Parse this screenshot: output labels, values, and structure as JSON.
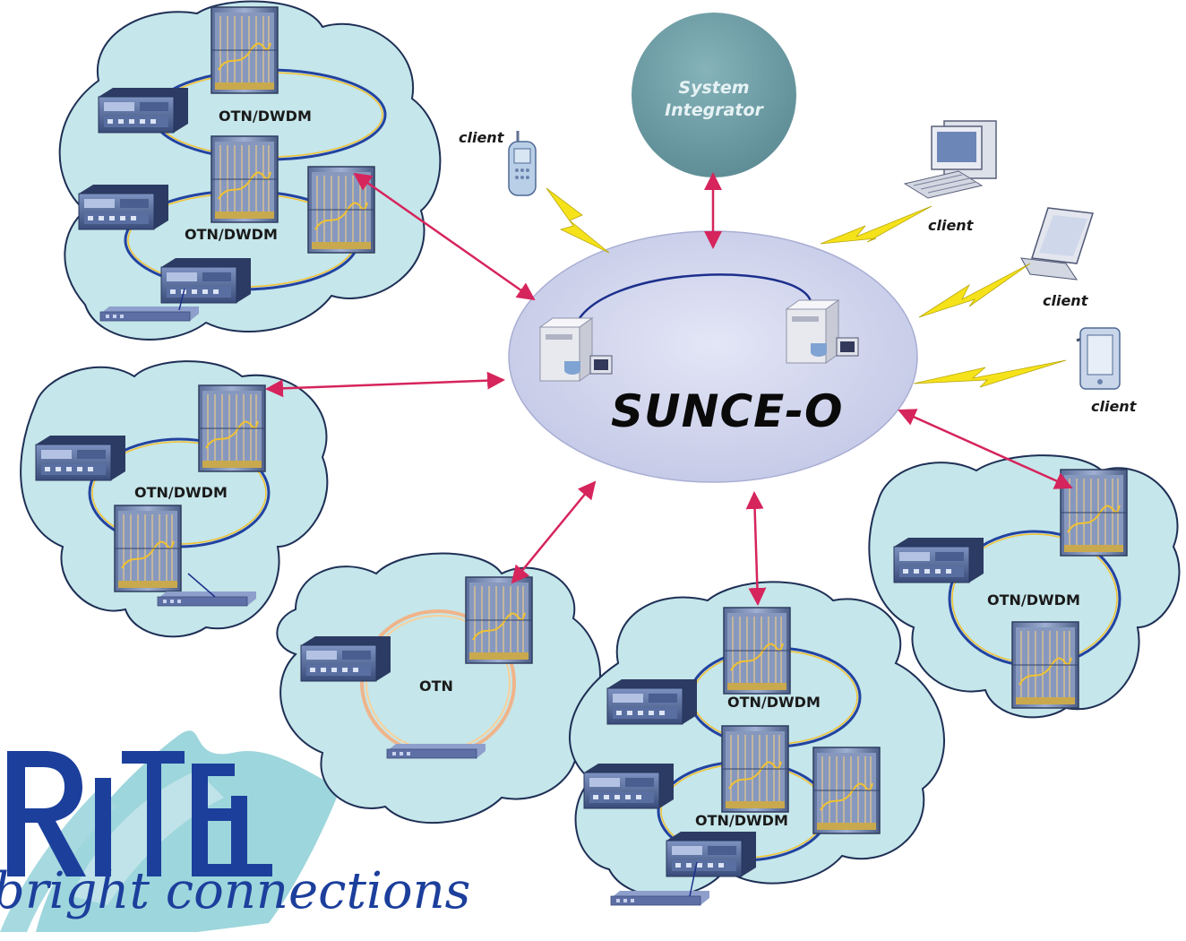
{
  "center": {
    "name": "SUNCE-O"
  },
  "integrator": {
    "line1": "System",
    "line2": "Integrator"
  },
  "networks": [
    {
      "label": "OTN/DWDM"
    },
    {
      "label": "OTN/DWDM"
    },
    {
      "label": "OTN/DWDM"
    },
    {
      "label": "OTN"
    },
    {
      "label": "OTN/DWDM"
    },
    {
      "label": "OTN/DWDM"
    },
    {
      "label": "OTN/DWDM"
    }
  ],
  "clients": [
    {
      "label": "client",
      "icon": "mobile-phone-icon"
    },
    {
      "label": "client",
      "icon": "desktop-computer-icon"
    },
    {
      "label": "client",
      "icon": "laptop-icon"
    },
    {
      "label": "client",
      "icon": "pda-icon"
    }
  ],
  "logo": {
    "brand": "RITEL",
    "tagline": "bright connections"
  },
  "colors": {
    "cloud": "#c5e6ea",
    "ellipse": "#cfd3ec",
    "integrator": "#6e9ea6",
    "arrow": "#d6245c",
    "lightning": "#f5e21a",
    "logo_text": "#1c3f9c",
    "logo_swash": "#8ccfd6"
  }
}
